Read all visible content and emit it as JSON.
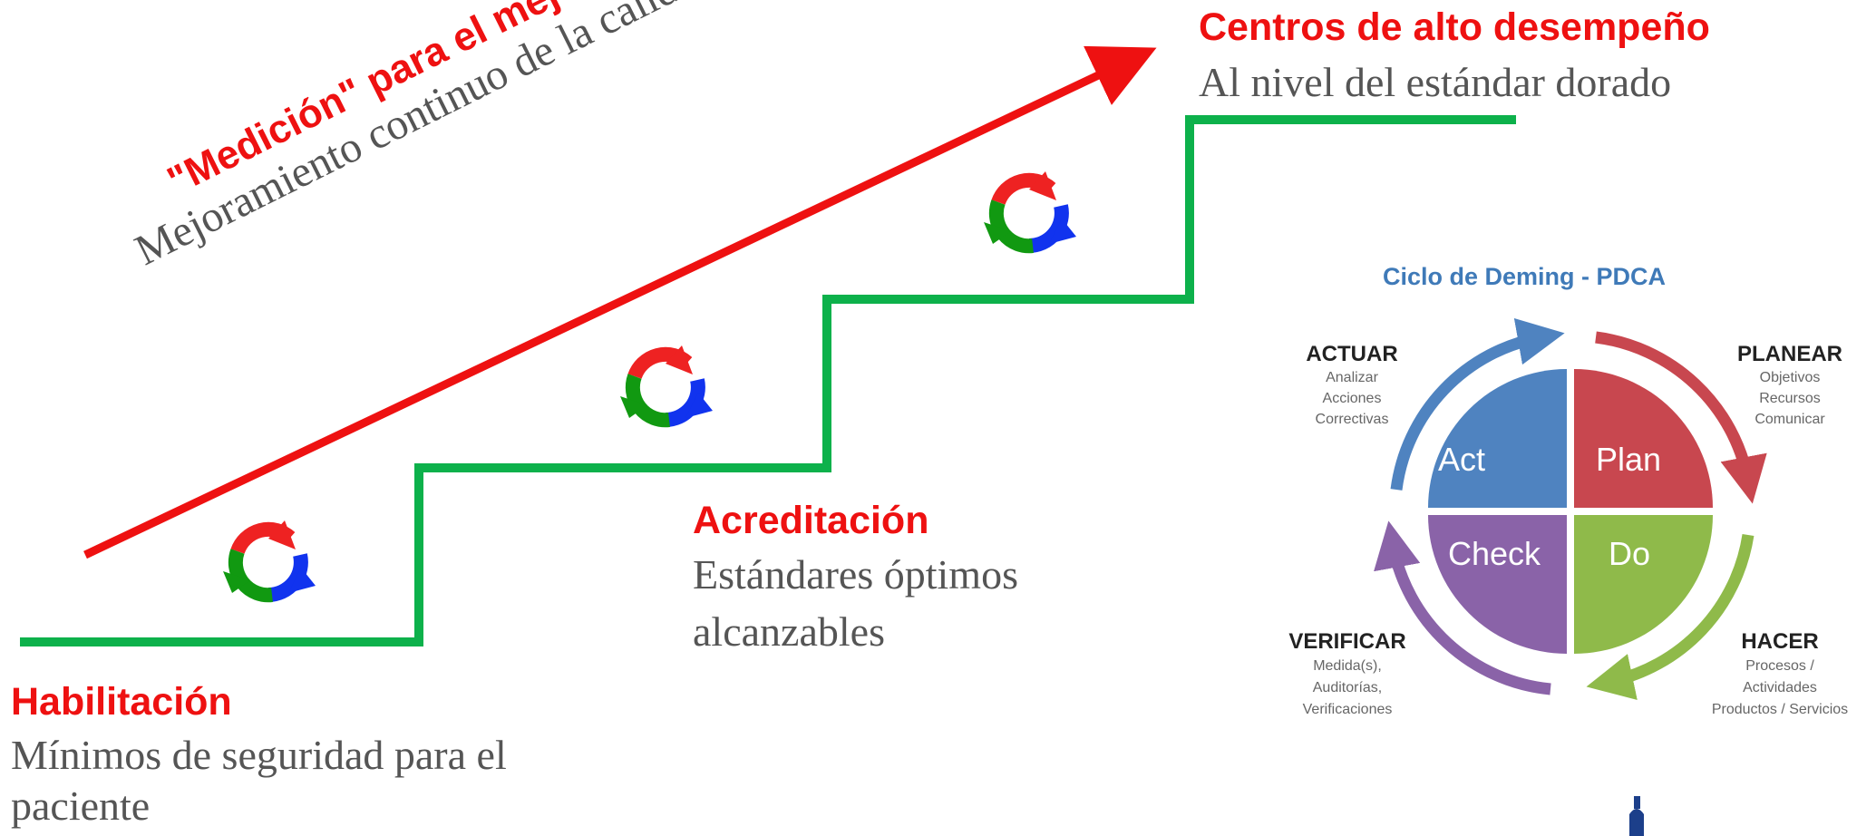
{
  "colors": {
    "stair_green": "#0db14b",
    "arrow_red": "#ee1111",
    "cycle_red": "#ee2222",
    "cycle_green": "#119911",
    "cycle_blue": "#1133ee",
    "pdca_act": "#4f83c0",
    "pdca_plan": "#c8474f",
    "pdca_check": "#8a63a8",
    "pdca_do": "#8fba4a"
  },
  "icons": [
    "cycle-arrows-icon",
    "pdca-wheel",
    "bottle-icon"
  ],
  "stairs": {
    "levels": [
      {
        "title": "Habilitación",
        "subtitle_line1": "Mínimos de seguridad para el",
        "subtitle_line2": "paciente"
      },
      {
        "title": "Acreditación",
        "subtitle_line1": "Estándares óptimos",
        "subtitle_line2": "alcanzables"
      },
      {
        "title": "Centros de alto desempeño",
        "subtitle_line1": "Al nivel del estándar dorado"
      }
    ]
  },
  "arrow": {
    "label": "\"Medición\" para el mejoramiento",
    "sublabel": "Mejoramiento continuo de la calidad"
  },
  "pdca": {
    "title": "Ciclo de Deming - PDCA",
    "quadrants": {
      "act": "Act",
      "plan": "Plan",
      "check": "Check",
      "do": "Do"
    },
    "actuar": {
      "title": "ACTUAR",
      "lines": [
        "Analizar",
        "Acciones",
        "Correctivas"
      ]
    },
    "planear": {
      "title": "PLANEAR",
      "lines": [
        "Objetivos",
        "Recursos",
        "Comunicar"
      ]
    },
    "verificar": {
      "title": "VERIFICAR",
      "lines": [
        "Medida(s),",
        "Auditorías,",
        "Verificaciones"
      ]
    },
    "hacer": {
      "title": "HACER",
      "lines": [
        "Procesos /",
        "Actividades",
        "Productos / Servicios"
      ]
    }
  }
}
